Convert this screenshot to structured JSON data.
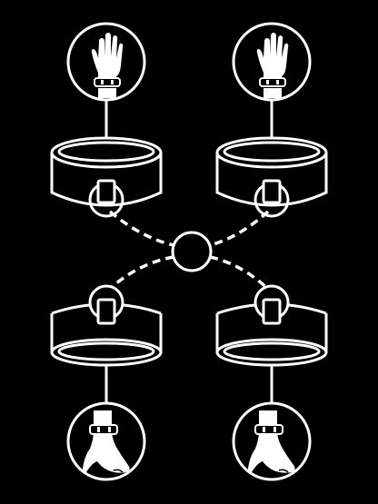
{
  "colors": {
    "background": "#000000",
    "line": "#ffffff"
  },
  "diagram": {
    "nodes": [
      {
        "id": "left-wrist",
        "icon": "hand-with-cuff-icon"
      },
      {
        "id": "right-wrist",
        "icon": "hand-with-cuff-icon"
      },
      {
        "id": "left-wrist-cuff",
        "icon": "cuff-ring-down-icon"
      },
      {
        "id": "right-wrist-cuff",
        "icon": "cuff-ring-down-icon"
      },
      {
        "id": "center-ring",
        "icon": "o-ring-icon"
      },
      {
        "id": "left-ankle-cuff",
        "icon": "cuff-ring-up-icon"
      },
      {
        "id": "right-ankle-cuff",
        "icon": "cuff-ring-up-icon"
      },
      {
        "id": "left-ankle",
        "icon": "foot-with-cuff-icon"
      },
      {
        "id": "right-ankle",
        "icon": "foot-with-cuff-icon"
      }
    ],
    "connections": [
      {
        "from": "left-wrist",
        "to": "left-wrist-cuff",
        "style": "solid"
      },
      {
        "from": "right-wrist",
        "to": "right-wrist-cuff",
        "style": "solid"
      },
      {
        "from": "left-wrist-cuff",
        "to": "center-ring",
        "style": "dashed"
      },
      {
        "from": "right-wrist-cuff",
        "to": "center-ring",
        "style": "dashed"
      },
      {
        "from": "center-ring",
        "to": "left-ankle-cuff",
        "style": "dashed"
      },
      {
        "from": "center-ring",
        "to": "right-ankle-cuff",
        "style": "dashed"
      },
      {
        "from": "left-ankle-cuff",
        "to": "left-ankle",
        "style": "solid"
      },
      {
        "from": "right-ankle-cuff",
        "to": "right-ankle",
        "style": "solid"
      }
    ]
  }
}
